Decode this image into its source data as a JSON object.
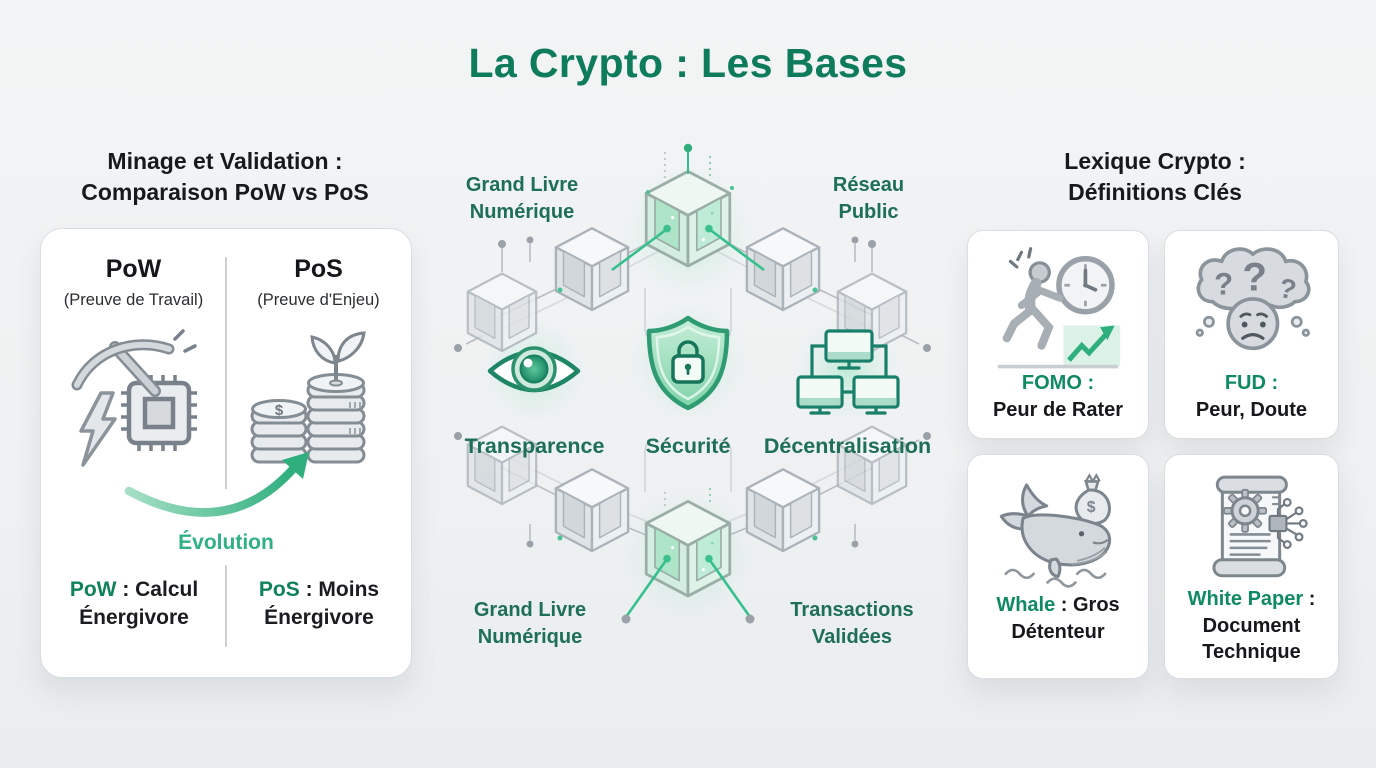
{
  "title": "La Crypto : Les Bases",
  "glyphs": {
    "dollar": "$",
    "question": "?"
  },
  "left": {
    "heading_line1": "Minage et Validation :",
    "heading_line2": "Comparaison PoW vs PoS",
    "pow_title": "PoW",
    "pow_subtitle": "(Preuve de Travail)",
    "pos_title": "PoS",
    "pos_subtitle": "(Preuve d'Enjeu)",
    "arrow_label": "Évolution",
    "pow_note_term": "PoW",
    "pow_note_rest": " : Calcul",
    "pow_note_line2": "Énergivore",
    "pos_note_term": "PoS",
    "pos_note_rest": " : Moins",
    "pos_note_line2": "Énergivore"
  },
  "center": {
    "top_left_line1": "Grand Livre",
    "top_left_line2": "Numérique",
    "top_right_line1": "Réseau",
    "top_right_line2": "Public",
    "mid_left": "Transparence",
    "mid_center": "Sécurité",
    "mid_right": "Décentralisation",
    "bottom_left_line1": "Grand Livre",
    "bottom_left_line2": "Numérique",
    "bottom_right_line1": "Transactions",
    "bottom_right_line2": "Validées"
  },
  "lexicon": {
    "heading_line1": "Lexique Crypto :",
    "heading_line2": "Définitions Clés",
    "fomo": {
      "term": "FOMO :",
      "definition": "Peur de Rater"
    },
    "fud": {
      "term": "FUD :",
      "definition": "Peur, Doute"
    },
    "whale": {
      "term": "Whale",
      "rest": " : Gros",
      "line2": "Détenteur"
    },
    "whitepaper": {
      "term": "White Paper",
      "rest": " :",
      "line2": "Document",
      "line3": "Technique"
    }
  },
  "colors": {
    "title_green": "#0e7b5b",
    "label_green": "#1d6f55",
    "accent_green": "#2fae7e",
    "term_green": "#0f8259",
    "text_dark": "#17191c",
    "page_bg": "#eff1f2",
    "card_bg": "#ffffff",
    "icon_gray": "#8b939b"
  },
  "icons": [
    "pickaxe-chip-lightning-icon",
    "coins-plant-icon",
    "evolution-arrow-icon",
    "blockchain-cubes-icon",
    "eye-icon",
    "shield-lock-icon",
    "network-monitors-icon",
    "running-person-clock-icon",
    "doubt-cloud-icon",
    "whale-money-icon",
    "whitepaper-scroll-icon"
  ]
}
